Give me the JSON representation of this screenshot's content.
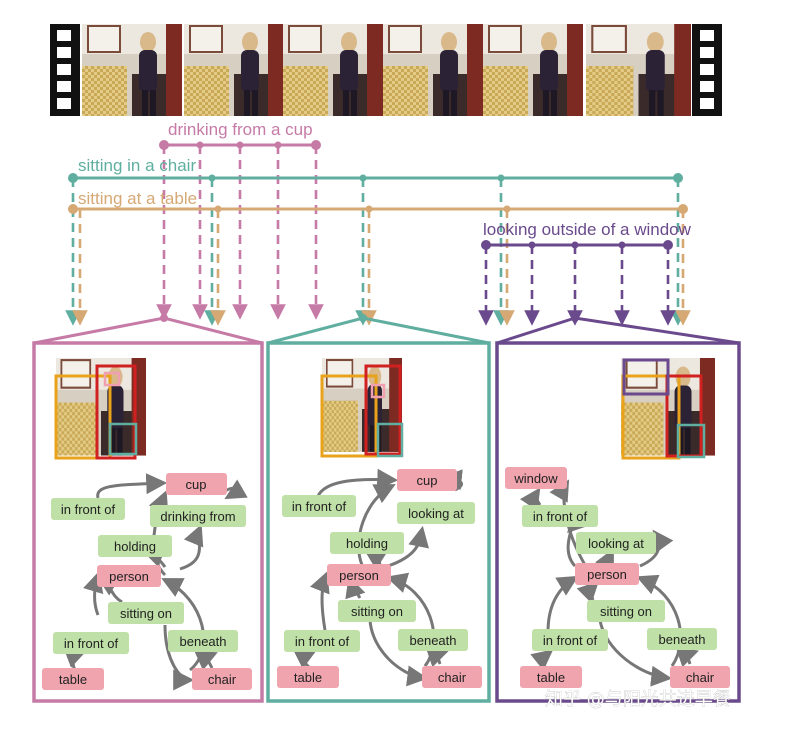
{
  "colors": {
    "drinking": "#c67aa6",
    "chair": "#5fae9f",
    "table": "#d6a874",
    "window": "#6a4a8c",
    "node_object": "#efa4ae",
    "node_relation": "#bfe0a6",
    "edge": "#777777"
  },
  "filmstrip": {
    "frame_count": 6,
    "icon": "film-frame-icon"
  },
  "actions": {
    "drinking": "drinking from a cup",
    "chair": "sitting in a chair",
    "table": "sitting at a table",
    "window": "looking outside of a window"
  },
  "graphs": [
    {
      "objects": [
        "cup",
        "person",
        "table",
        "chair"
      ],
      "relations": [
        "in front of",
        "drinking from",
        "holding",
        "sitting on",
        "in front of",
        "beneath"
      ]
    },
    {
      "objects": [
        "cup",
        "person",
        "table",
        "chair"
      ],
      "relations": [
        "in front of",
        "looking at",
        "holding",
        "sitting on",
        "in front of",
        "beneath"
      ]
    },
    {
      "objects": [
        "window",
        "person",
        "table",
        "chair"
      ],
      "relations": [
        "in front of",
        "looking at",
        "sitting on",
        "in front of",
        "beneath"
      ]
    }
  ],
  "watermark": "知乎 @与阳光共进早餐"
}
